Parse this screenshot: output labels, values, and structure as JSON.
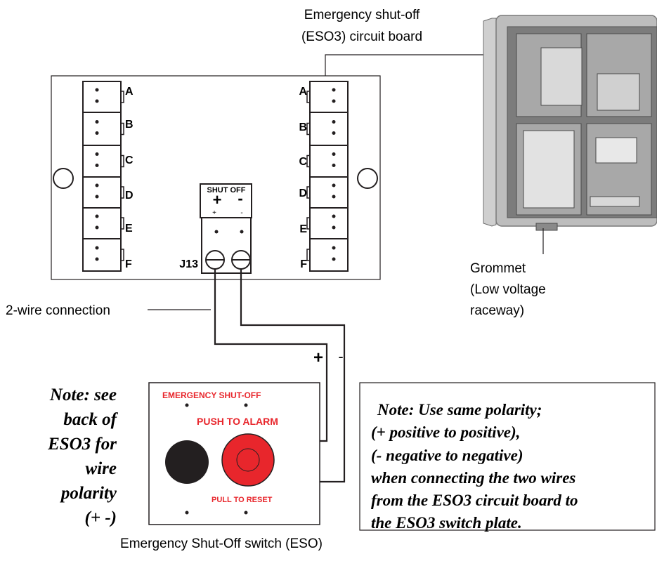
{
  "callouts": {
    "board_title_line1": "Emergency shut-off",
    "board_title_line2": "(ESO3) circuit board",
    "grommet_line1": "Grommet",
    "grommet_line2": "(Low voltage",
    "grommet_line3": "raceway)",
    "two_wire": "2-wire connection",
    "switch_caption": "Emergency Shut-Off switch (ESO)"
  },
  "board": {
    "terminal_letters": [
      "A",
      "B",
      "C",
      "D",
      "E",
      "F"
    ],
    "shutoff_label": "SHUT OFF",
    "plus_big": "+",
    "minus_big": "-",
    "plus_small": "+",
    "minus_small": "-",
    "connector_label": "J13"
  },
  "wires": {
    "plus_label": "+",
    "minus_label": "-"
  },
  "switch_plate": {
    "title": "EMERGENCY SHUT-OFF",
    "push_label": "PUSH TO ALARM",
    "reset_label": "PULL TO RESET",
    "accent_color": "#e8262c",
    "button_dark_color": "#231f20"
  },
  "notes": {
    "left": [
      "Note: see",
      "back of",
      "ESO3 for",
      "wire",
      "polarity",
      "(+ -)"
    ],
    "right": [
      "Note: Use same polarity;",
      "(+ positive to positive),",
      "(- negative to negative)",
      "when connecting the two wires",
      "from the ESO3 circuit board to",
      "the ESO3 switch plate."
    ]
  }
}
